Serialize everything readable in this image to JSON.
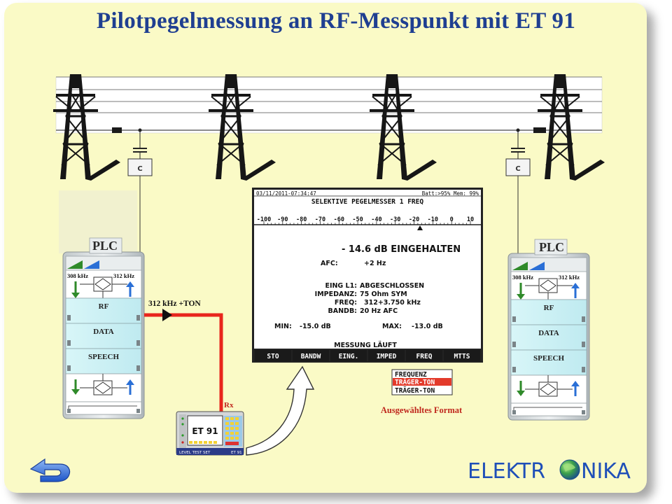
{
  "title": "Pilotpegelmessung an RF-Messpunkt mit ET 91",
  "left_plc": {
    "label": "PLC",
    "freq_left": "308 kHz",
    "freq_right": "312 kHz",
    "modules": [
      "RF",
      "DATA",
      "SPEECH"
    ],
    "coupler_label": "C"
  },
  "right_plc": {
    "label": "PLC",
    "freq_left": "308 kHz",
    "freq_right": "312 kHz",
    "modules": [
      "RF",
      "DATA",
      "SPEECH"
    ],
    "coupler_label": "C"
  },
  "signal_label": "312 kHz +TON",
  "rx_label": "Rx",
  "device": {
    "name": "ET 91",
    "footer_left": "LEVEL TEST SET",
    "footer_right": "ET 91"
  },
  "screen": {
    "timestamp": "03/11/2011-07:34:47",
    "battery": "Batt:>95% Mem: 99%",
    "header": "SELEKTIVE PEGELMESSER 1 FREQ",
    "scale": [
      "-100",
      "-90",
      "-80",
      "-70",
      "-60",
      "-50",
      "-40",
      "-30",
      "-20",
      "-10",
      "0",
      "10"
    ],
    "reading": "- 14.6 dB EINGEHALTEN",
    "afc_label": "AFC:",
    "afc_value": "+2 Hz",
    "eing_label": "EING L1:",
    "eing_value": "ABGESCHLOSSEN",
    "imped_label": "IMPEDANZ:",
    "imped_value": "75 Ohm SYM",
    "freq_label": "FREQ:",
    "freq_value": "312+3.750 kHz",
    "bandb_label": "BANDB:",
    "bandb_value": "20 Hz AFC",
    "min_label": "MIN:",
    "min_value": "-15.0  dB",
    "max_label": "MAX:",
    "max_value": "-13.0  dB",
    "status": "MESSUNG LÄUFT",
    "softkeys": [
      "STO",
      "BANDW",
      "EING.",
      "IMPED",
      "FREQ",
      "MTTS"
    ]
  },
  "format_box": {
    "options": [
      "FREQUENZ",
      "TRÄGER-TON",
      "TRÄGER-TON"
    ],
    "selected_index": 1,
    "caption": "Ausgewähltes Format"
  },
  "logo": {
    "left": "ELEKTR",
    "right": "NIKA"
  },
  "colors": {
    "title": "#1f3f91",
    "signal_line": "#e8251c",
    "green_arrow": "#2f8a2a",
    "blue_arrow": "#2a6fd6",
    "module_fill": "#cff3f6",
    "caption": "#c0281e"
  },
  "icons": [
    "back-arrow-icon",
    "globe-icon",
    "high-voltage-tower-icon"
  ]
}
